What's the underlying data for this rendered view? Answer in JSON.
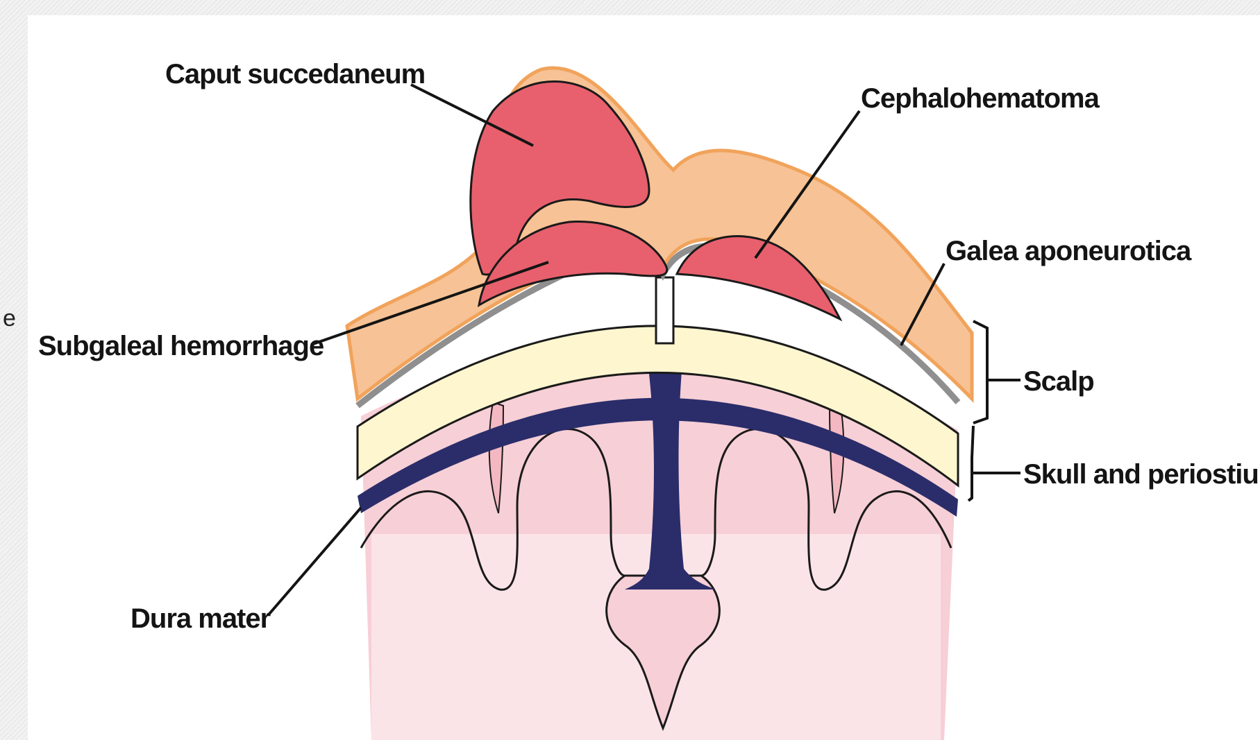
{
  "colors": {
    "scalp": "#f7c295",
    "scalp_outline": "#f1a35b",
    "hemorrhage": "#e8606d",
    "galea": "#8f8f8f",
    "skull": "#fdf6cf",
    "dura": "#2a2d6a",
    "brain": "#f7cfd6",
    "brain_inner": "#fbe4e8"
  },
  "edge_fragment": "e",
  "labels": {
    "caput": "Caput succedaneum",
    "cephalohematoma": "Cephalohematoma",
    "galea": "Galea aponeurotica",
    "subgaleal": "Subgaleal hemorrhage",
    "scalp": "Scalp",
    "skull": "Skull and periostium",
    "dura": "Dura mater"
  }
}
